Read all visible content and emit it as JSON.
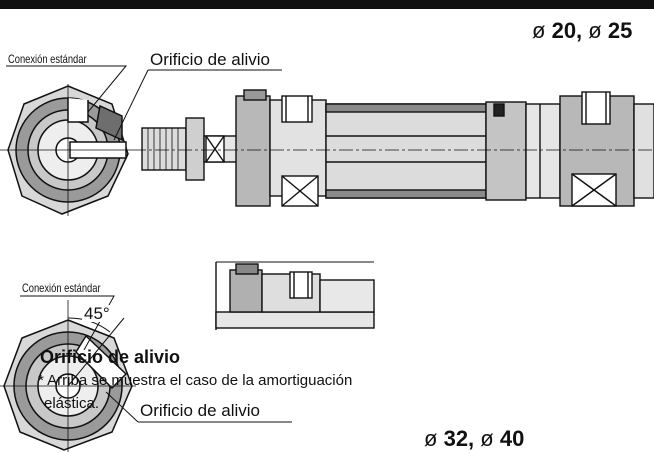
{
  "section_top": {
    "size_prefix_1": "ø",
    "size_value_1": "20,",
    "size_prefix_2": "ø",
    "size_value_2": "25",
    "label_standard_port": "Conexión estándar",
    "label_relief_port": "Orificio de alivio"
  },
  "section_bottom": {
    "label_standard_port": "Conexión estándar",
    "angle_label": "45°",
    "heading_relief_port": "Orificio de alivio",
    "note_line_1": "* Arriba se muestra el caso de la amortiguación",
    "note_line_2": "elástica.",
    "label_relief_port": "Orificio de alivio",
    "size_prefix_1": "ø",
    "size_value_1": "32,",
    "size_prefix_2": "ø",
    "size_value_2": "40"
  },
  "colors": {
    "top_band": "#111111",
    "line": "#111111",
    "shade": "#8a8a8a",
    "light_shade": "#bcbcbc"
  }
}
